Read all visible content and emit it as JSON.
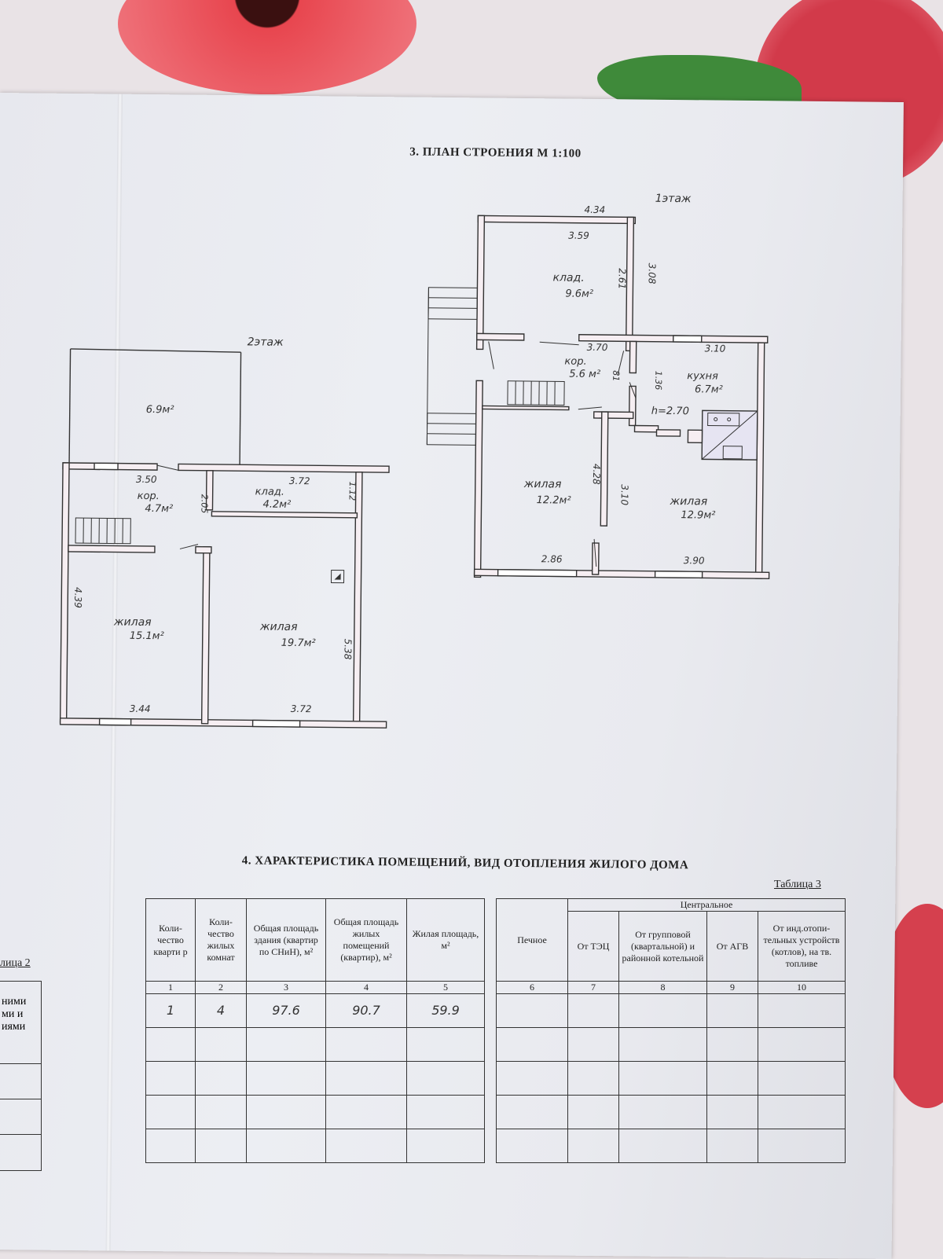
{
  "section3": {
    "title": "3. ПЛАН СТРОЕНИЯ  М 1:100",
    "floor1": {
      "label": "1этаж",
      "dims": {
        "top": "4.34",
        "klad_w": "3.59",
        "klad_h": "2.61",
        "klad_h2": "3.08",
        "kor_w": "3.70",
        "kitchen_w": "3.10",
        "kitchen_h": "1.36",
        "small_81": "81",
        "living1_h": "4.28",
        "living2_h": "3.10",
        "living1_w": "2.86",
        "living2_w": "3.90",
        "ceiling": "h=2.70"
      },
      "rooms": {
        "klad_name": "клад.",
        "klad_area": "9.6м²",
        "kor_name": "кор.",
        "kor_area": "5.6 м²",
        "kitchen_name": "кухня",
        "kitchen_area": "6.7м²",
        "living1_name": "жилая",
        "living1_area": "12.2м²",
        "living2_name": "жилая",
        "living2_area": "12.9м²"
      }
    },
    "floor2": {
      "label": "2этаж",
      "dims": {
        "kor_w": "3.50",
        "klad_w": "3.72",
        "klad_h": "1.12",
        "kor_h": "2.05",
        "left_h": "4.39",
        "right_h": "5.38",
        "bottom_left": "3.44",
        "bottom_right": "3.72"
      },
      "rooms": {
        "top_area": "6.9м²",
        "kor_name": "кор.",
        "kor_area": "4.7м²",
        "klad_name": "клад.",
        "klad_area": "4.2м²",
        "living1_name": "жилая",
        "living1_area": "15.1м²",
        "living2_name": "жилая",
        "living2_area": "19.7м²"
      }
    }
  },
  "section4": {
    "title": "4. ХАРАКТЕРИСТИКА ПОМЕЩЕНИЙ, ВИД ОТОПЛЕНИЯ ЖИЛОГО ДОМА",
    "table_label": "Таблица 3",
    "group_header": "Центральное",
    "headers": [
      "Коли-чество кварти р",
      "Коли-чество жилых комнат",
      "Общая площадь здания (квартир по СНиН), м²",
      "Общая площадь жилых помещений (квартир), м²",
      "Жилая площадь, м²",
      "Печное",
      "От ТЭЦ",
      "От групповой (квартальной) и районной котельной",
      "От АГВ",
      "От инд.отопи-тельных устройств (котлов), на тв. топливе"
    ],
    "column_numbers": [
      "1",
      "2",
      "3",
      "4",
      "5",
      "6",
      "7",
      "8",
      "9",
      "10"
    ],
    "row1": [
      "1",
      "4",
      "97.6",
      "90.7",
      "59.9"
    ]
  },
  "left_fragment": {
    "label": "лица 2",
    "lines": [
      "ними",
      "ми и",
      "иями"
    ]
  }
}
